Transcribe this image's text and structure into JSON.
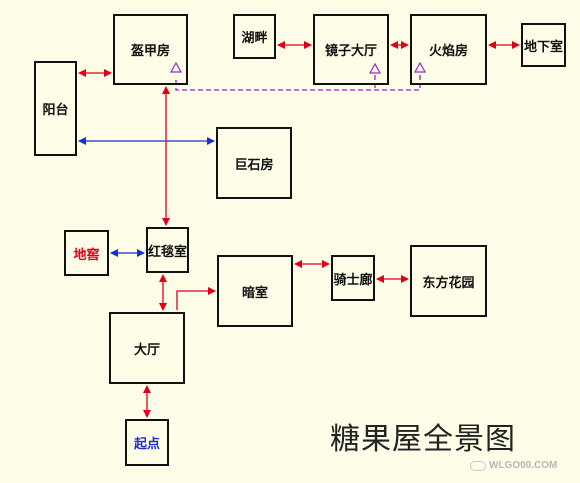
{
  "map": {
    "title": "糖果屋全景图",
    "watermark": "WLGO00.COM",
    "colors": {
      "background": "#fdfde8",
      "red_link": "#e0001b",
      "blue_link": "#1a2fd0",
      "dashed_link": "#9a28c8",
      "border": "#111111"
    },
    "rooms": [
      {
        "id": "yangtai",
        "label": "阳台"
      },
      {
        "id": "kuijiafang",
        "label": "盔甲房"
      },
      {
        "id": "hupan",
        "label": "湖畔"
      },
      {
        "id": "jingzidating",
        "label": "镜子大厅"
      },
      {
        "id": "huoyanfang",
        "label": "火焰房"
      },
      {
        "id": "dixiashi",
        "label": "地下室"
      },
      {
        "id": "jushifang",
        "label": "巨石房"
      },
      {
        "id": "dijiao",
        "label": "地窖",
        "color": "red"
      },
      {
        "id": "hongtanshi",
        "label": "红毯室"
      },
      {
        "id": "anshi",
        "label": "暗室"
      },
      {
        "id": "qishilang",
        "label": "骑士廊"
      },
      {
        "id": "dongfanghuayuan",
        "label": "东方花园"
      },
      {
        "id": "dating",
        "label": "大厅"
      },
      {
        "id": "qidian",
        "label": "起点",
        "color": "blue"
      }
    ],
    "connections": [
      {
        "from": "yangtai",
        "to": "kuijiafang",
        "style": "red"
      },
      {
        "from": "hupan",
        "to": "jingzidating",
        "style": "red"
      },
      {
        "from": "jingzidating",
        "to": "huoyanfang",
        "style": "red"
      },
      {
        "from": "huoyanfang",
        "to": "dixiashi",
        "style": "red"
      },
      {
        "from": "yangtai",
        "to": "jushifang",
        "style": "blue"
      },
      {
        "from": "kuijiafang",
        "to": "hongtanshi",
        "style": "red"
      },
      {
        "from": "dijiao",
        "to": "hongtanshi",
        "style": "blue"
      },
      {
        "from": "hongtanshi",
        "to": "dating",
        "style": "red"
      },
      {
        "from": "dating",
        "to": "anshi",
        "style": "red",
        "direction": "one-way"
      },
      {
        "from": "anshi",
        "to": "qishilang",
        "style": "red"
      },
      {
        "from": "qishilang",
        "to": "dongfanghuayuan",
        "style": "red"
      },
      {
        "from": "dating",
        "to": "qidian",
        "style": "red"
      },
      {
        "from": "kuijiafang",
        "to": "jingzidating",
        "style": "dashed",
        "marker": "triangle"
      },
      {
        "from": "jingzidating",
        "to": "huoyanfang",
        "style": "dashed",
        "marker": "triangle"
      }
    ]
  }
}
